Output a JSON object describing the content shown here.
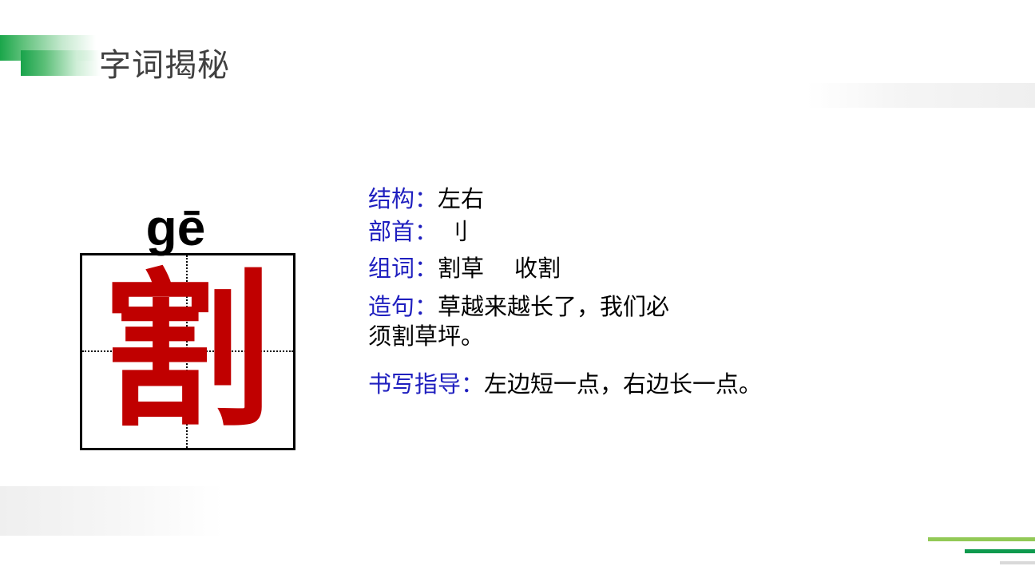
{
  "header": {
    "title": "字词揭秘"
  },
  "character_card": {
    "pinyin": "gē",
    "character": "割",
    "character_color": "#c00000"
  },
  "info": {
    "structure": {
      "label": "结构：",
      "value": "左右"
    },
    "radical": {
      "label": "部首：",
      "value": "刂"
    },
    "words": {
      "label": "组词：",
      "values": [
        "割草",
        "收割"
      ]
    },
    "sentence": {
      "label": "造句：",
      "line1": "草越来越长了，我们必",
      "line2": "须割草坪。"
    },
    "writing_guide": {
      "label": "书写指导：",
      "value": "左边短一点，右边长一点。"
    },
    "label_color": "#1f1fbf"
  },
  "decor": {
    "accent_green": "#1aa64a",
    "line_colors": [
      "#92c956",
      "#0e9a4e",
      "#d9d9d9"
    ]
  }
}
